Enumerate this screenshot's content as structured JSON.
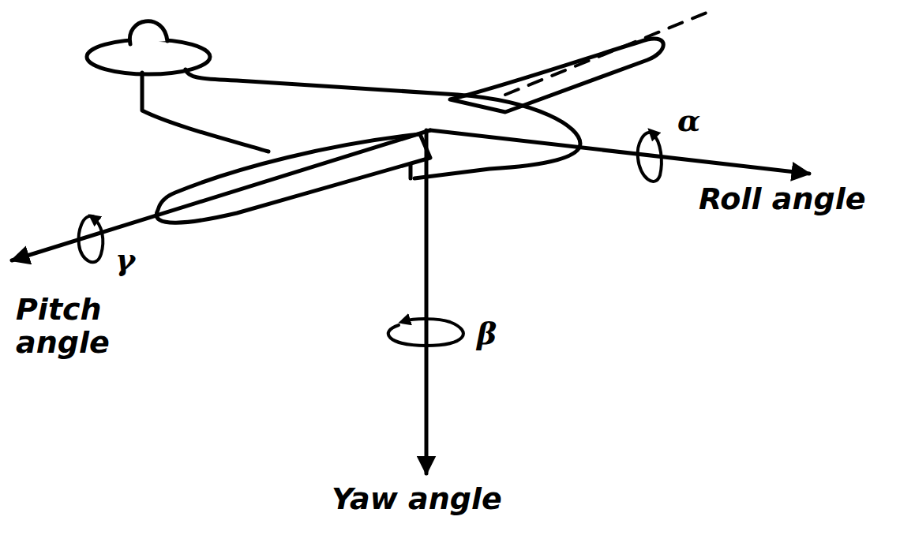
{
  "diagram": {
    "labels": [
      "α",
      "Roll angle",
      "γ",
      "Pitch angle",
      "β",
      "Yaw angle"
    ]
  }
}
